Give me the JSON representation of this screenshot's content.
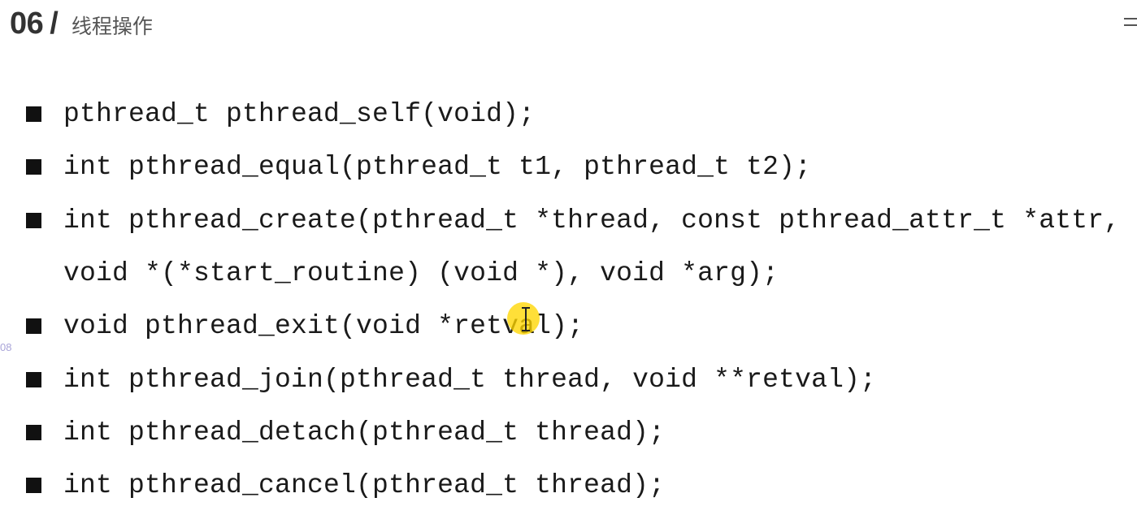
{
  "header": {
    "section_number": "06",
    "slash": "/",
    "title": "线程操作"
  },
  "side_label": "08",
  "functions": [
    {
      "text": "pthread_t pthread_self(void);",
      "bullet": true
    },
    {
      "text": "int pthread_equal(pthread_t t1, pthread_t t2);",
      "bullet": true
    },
    {
      "text": "int pthread_create(pthread_t *thread, const pthread_attr_t *attr,",
      "bullet": true
    },
    {
      "text": "void *(*start_routine) (void *), void *arg);",
      "bullet": false
    },
    {
      "text": "void pthread_exit(void *retval);",
      "bullet": true
    },
    {
      "text": "int pthread_join(pthread_t thread, void **retval);",
      "bullet": true
    },
    {
      "text": "int pthread_detach(pthread_t thread);",
      "bullet": true
    },
    {
      "text": "int pthread_cancel(pthread_t thread);",
      "bullet": true
    }
  ],
  "colors": {
    "bullet": "#111111",
    "cursor_highlight": "#ffd600"
  },
  "icons": {
    "cursor": "text-cursor-icon",
    "edge_mark": "menu-lines-icon"
  }
}
